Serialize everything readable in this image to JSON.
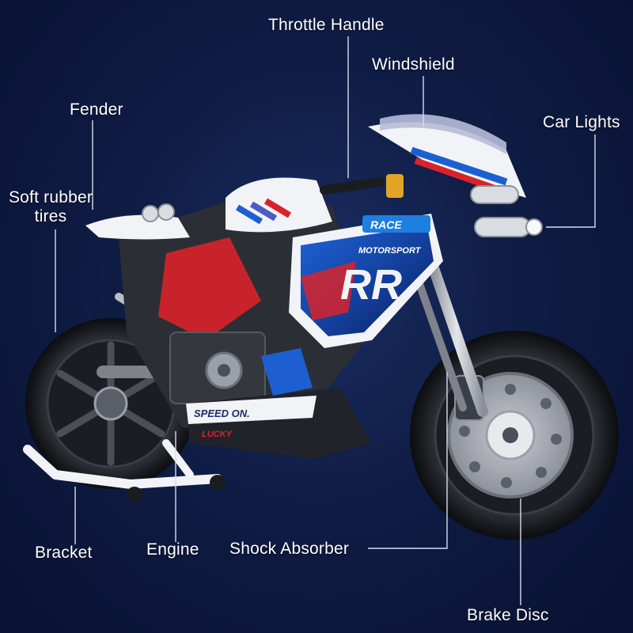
{
  "labels": {
    "throttle_handle": "Throttle Handle",
    "windshield": "Windshield",
    "fender": "Fender",
    "car_lights": "Car Lights",
    "soft_rubber_tires_line1": "Soft rubber",
    "soft_rubber_tires_line2": "tires",
    "bracket": "Bracket",
    "engine": "Engine",
    "shock_absorber": "Shock Absorber",
    "brake_disc": "Brake Disc"
  },
  "decals": {
    "race": "RACE",
    "motorsport": "MOTORSPORT",
    "rr": "RR",
    "speed_on": "SPEED ON.",
    "lucky": "LUCKY"
  },
  "colors": {
    "background": "#0f1c44",
    "label_text": "#ffffff",
    "leader_line": "#d8dde8",
    "brand_blue": "#1d5fd1",
    "brand_red": "#d8232a",
    "body_white": "#f2f3f6"
  }
}
